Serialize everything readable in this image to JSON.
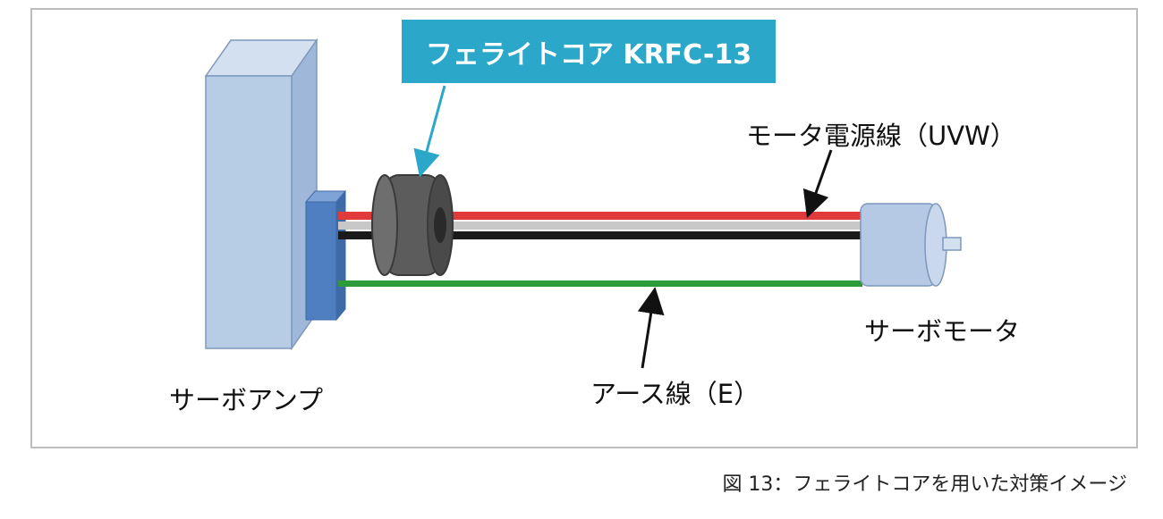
{
  "labels": {
    "ferrite_core": "フェライトコア KRFC-13",
    "motor_power_line": "モータ電源線（UVW）",
    "servo_amp": "サーボアンプ",
    "servo_motor": "サーボモータ",
    "earth_line": "アース線（E）"
  },
  "caption": "図 13：フェライトコアを用いた対策イメージ",
  "colors": {
    "tag_background": "#2aa7c9",
    "amp_body": "#b7cde6",
    "amp_connector": "#4f7fc0",
    "wire_red": "#e03a3a",
    "wire_white": "#c8c8c8",
    "wire_black": "#1a1a1a",
    "wire_green": "#2e9b3a",
    "ferrite": "#5c5c5c",
    "motor": "#b5c9e4"
  }
}
